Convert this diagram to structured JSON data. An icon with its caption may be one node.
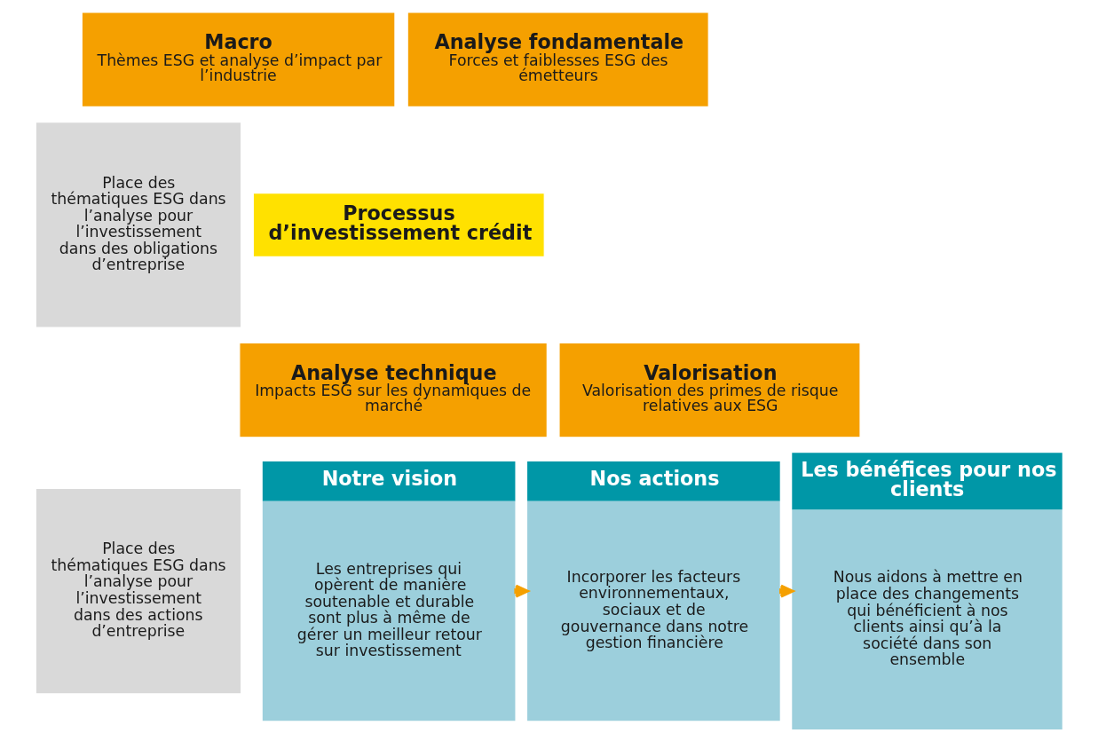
{
  "diagram": {
    "nodes": [
      {
        "text": [
          "Place des thématiques ESG dans l’analyse pour l’investissement dans des obligations d’entreprise"
        ]
      },
      {
        "text": [
          "Macro",
          "Thèmes ESG et analyse d’impact par l’industrie"
        ]
      },
      {
        "text": [
          "Analyse fondamentale",
          "Forces et faiblesses ESG des émetteurs"
        ]
      },
      {
        "text": [
          "Processus d’investissement crédit"
        ]
      },
      {
        "text": [
          "Analyse technique",
          "Impacts ESG sur les dynamiques de marché"
        ]
      },
      {
        "text": [
          "Valorisation",
          "Valorisation des primes de risque relatives aux ESG"
        ]
      },
      {
        "text": [
          "Place des thématiques ESG dans l’analyse pour l’investissement dans des actions d’entreprise"
        ]
      },
      {
        "text": [
          "Notre vision",
          "Les entreprises qui opèrent de manière soutenable et durable sont plus à même de gérer un meilleur retour sur investissement"
        ]
      },
      {
        "text": [
          "Nos actions",
          "Incorporer les facteurs environnementaux, sociaux et de gouvernance dans notre gestion financière"
        ]
      },
      {
        "text": [
          "Les bénéfices pour nos clients",
          "Nous aidons à mettre en place des changements qui bénéficient à nos clients ainsi qu’à la société dans son ensemble"
        ]
      }
    ],
    "edges": [
      {
        "from": 7,
        "to": 8,
        "arrow": "to"
      },
      {
        "from": 8,
        "to": 9,
        "arrow": "to"
      }
    ]
  }
}
